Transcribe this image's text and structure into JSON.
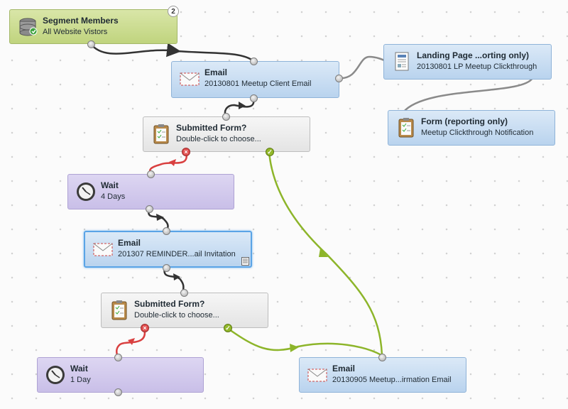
{
  "nodes": {
    "segment": {
      "title": "Segment Members",
      "sub": "All Website Vistors",
      "badge": "2"
    },
    "email1": {
      "title": "Email",
      "sub": "20130801 Meetup Client Email"
    },
    "landing": {
      "title": "Landing Page ...orting only)",
      "sub": "20130801 LP Meetup Clickthrough"
    },
    "form": {
      "title": "Form (reporting only)",
      "sub": "Meetup Clickthrough Notification"
    },
    "submitted1": {
      "title": "Submitted Form?",
      "sub": "Double-click to choose..."
    },
    "wait1": {
      "title": "Wait",
      "sub": "4 Days"
    },
    "email2": {
      "title": "Email",
      "sub": "201307 REMINDER...ail Invitation"
    },
    "submitted2": {
      "title": "Submitted Form?",
      "sub": "Double-click to choose..."
    },
    "wait2": {
      "title": "Wait",
      "sub": "1 Day"
    },
    "email3": {
      "title": "Email",
      "sub": "20130905 Meetup...irmation Email"
    }
  },
  "colors": {
    "wire_default": "#333333",
    "wire_yes": "#8db52a",
    "wire_no": "#d94040",
    "wire_reporting": "#8a8a8a",
    "node_blue": "#c9ddf2",
    "node_green": "#cddc92",
    "node_purple": "#d3caee",
    "node_gray": "#ececec"
  }
}
